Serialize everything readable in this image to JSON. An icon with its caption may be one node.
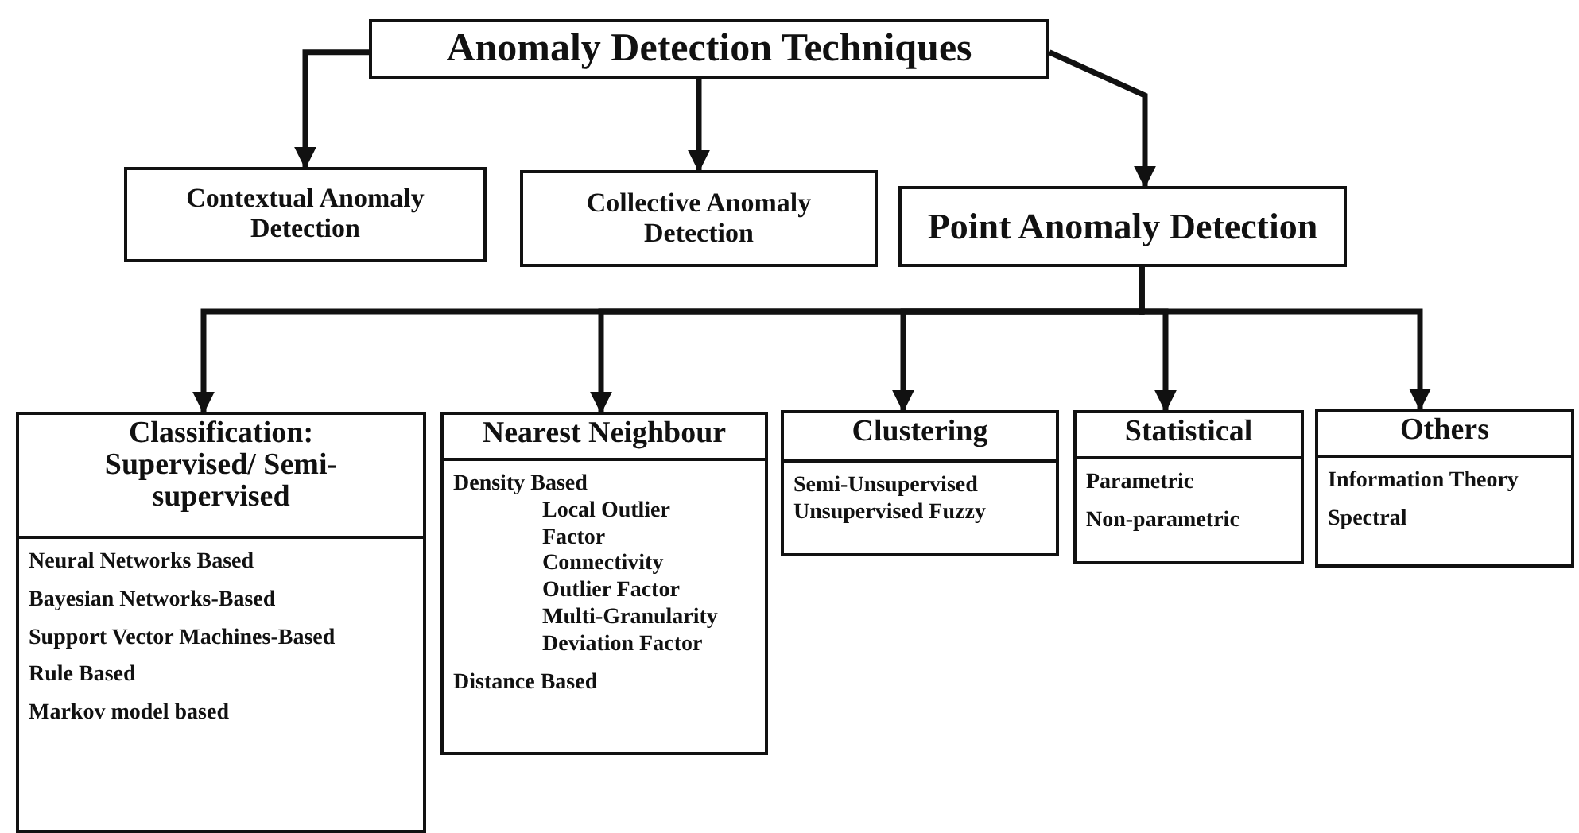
{
  "diagram": {
    "nodes": [
      {
        "text": [
          "Anomaly Detection Techniques"
        ]
      },
      {
        "text": [
          "Contextual Anomaly Detection"
        ]
      },
      {
        "text": [
          "Collective Anomaly Detection"
        ]
      },
      {
        "text": [
          "Point Anomaly Detection"
        ]
      },
      {
        "text": [
          "Classification: Supervised/ Semi-supervised",
          "Neural Networks Based",
          "Bayesian Networks-Based",
          "Support Vector Machines-Based",
          "Rule Based",
          "Markov model based"
        ]
      },
      {
        "text": [
          "Nearest Neighbour",
          "Density Based",
          "Local Outlier Factor",
          "Connectivity Outlier Factor",
          "Multi-Granularity Deviation Factor",
          "Distance Based"
        ]
      },
      {
        "text": [
          "Clustering",
          "Semi-Unsupervised",
          "Unsupervised Fuzzy"
        ]
      },
      {
        "text": [
          "Statistical",
          "Parametric",
          "Non-parametric"
        ]
      },
      {
        "text": [
          "Others",
          "Information Theory",
          "Spectral"
        ]
      }
    ],
    "edges": [
      {
        "from": 0,
        "to": 1,
        "arrow": "to"
      },
      {
        "from": 0,
        "to": 2,
        "arrow": "to"
      },
      {
        "from": 0,
        "to": 3,
        "arrow": "to"
      },
      {
        "from": 3,
        "to": 4,
        "arrow": "to"
      },
      {
        "from": 3,
        "to": 5,
        "arrow": "to"
      },
      {
        "from": 3,
        "to": 6,
        "arrow": "to"
      },
      {
        "from": 3,
        "to": 7,
        "arrow": "to"
      },
      {
        "from": 3,
        "to": 8,
        "arrow": "to"
      }
    ]
  }
}
